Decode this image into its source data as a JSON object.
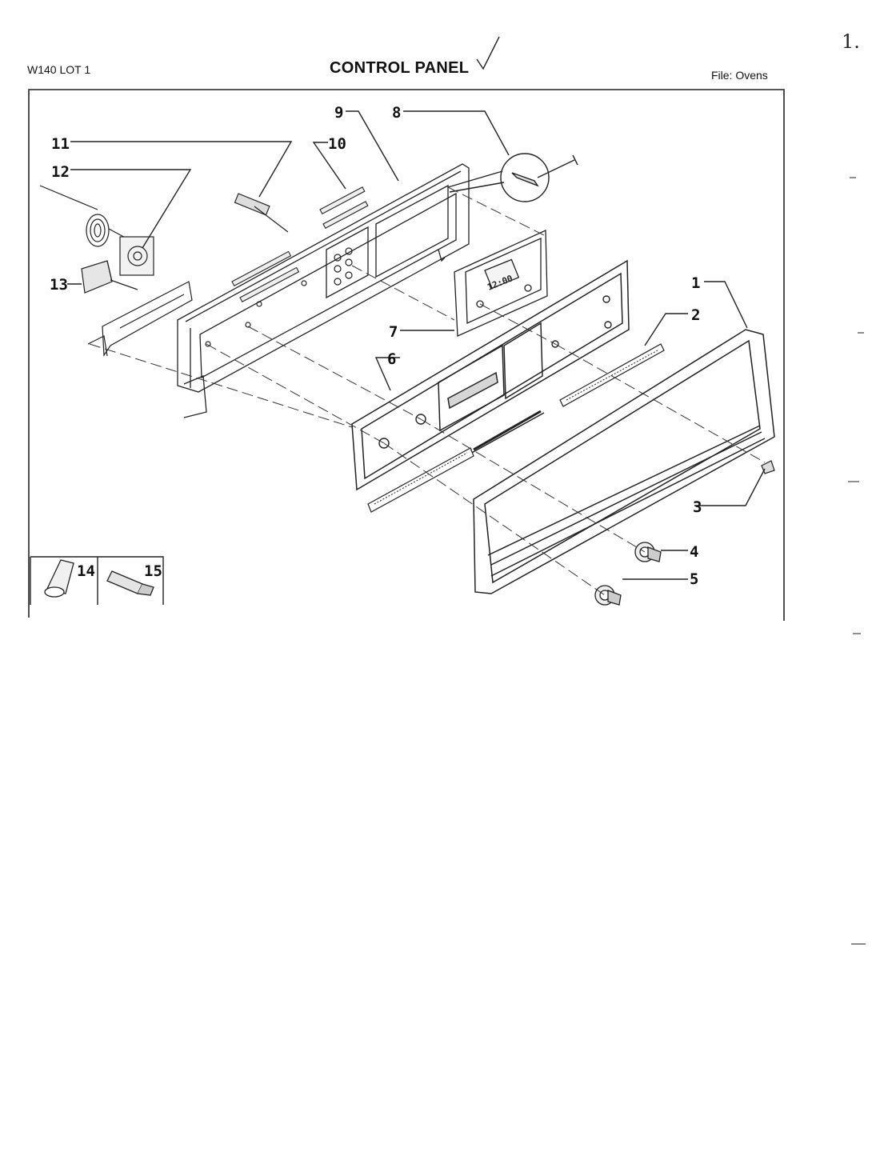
{
  "header": {
    "model": "W140 LOT 1",
    "title": "CONTROL PANEL",
    "file": "File: Ovens"
  },
  "callouts": [
    "1",
    "2",
    "3",
    "4",
    "5",
    "6",
    "7",
    "8",
    "9",
    "10",
    "11",
    "12",
    "13",
    "14",
    "15"
  ],
  "display": {
    "clock_readout": "12:00"
  }
}
